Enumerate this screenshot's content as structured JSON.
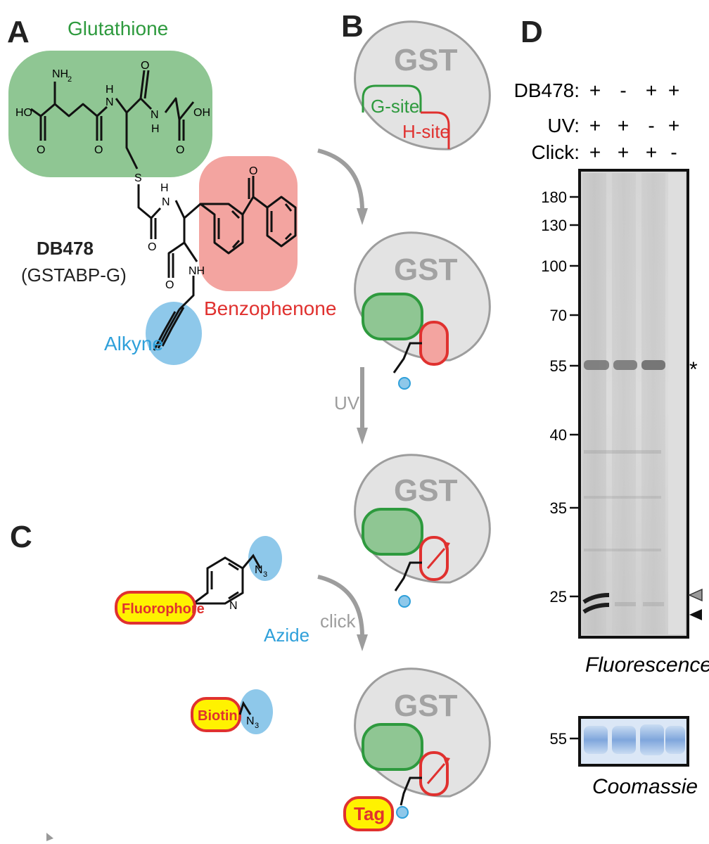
{
  "panel_labels": {
    "a": "A",
    "b": "B",
    "c": "C",
    "d": "D"
  },
  "panel_a": {
    "glutathione_label": "Glutathione",
    "compound_name": "DB478",
    "compound_alias": "(GSTABP-G)",
    "benzophenone_label": "Benzophenone",
    "alkyne_label": "Alkyne",
    "atoms": {
      "nh2": "NH",
      "nh2_sub": "2",
      "ho": "HO",
      "oh": "OH",
      "n": "N",
      "h": "H",
      "o": "O",
      "s": "S",
      "nh": "NH"
    },
    "colors": {
      "glutathione": "#8fc693",
      "glutathione_text": "#2e9a3e",
      "benzophenone": "#f3a4a0",
      "benzophenone_text": "#e0312f",
      "alkyne": "#8ec8ea",
      "alkyne_text": "#2fa0da"
    }
  },
  "panel_b": {
    "gst_label": "GST",
    "g_site_label": "G-site",
    "h_site_label": "H-site",
    "step_uv": "UV",
    "step_click": "click",
    "tag_label": "Tag"
  },
  "panel_c": {
    "fluorophore_label": "Fluorophore",
    "biotin_label": "Biotin",
    "azide_label": "Azide",
    "atoms": {
      "n": "N",
      "n3": "N",
      "n3_sub": "3"
    },
    "colors": {
      "tag_fill": "#fff200",
      "tag_border": "#e0312f",
      "azide": "#8ec8ea"
    }
  },
  "panel_d": {
    "conditions": [
      {
        "label": "DB478:",
        "lanes": [
          "+",
          "-",
          "+",
          "+"
        ]
      },
      {
        "label": "UV:",
        "lanes": [
          "+",
          "+",
          "-",
          "+"
        ]
      },
      {
        "label": "Click:",
        "lanes": [
          "+",
          "+",
          "+",
          "-"
        ]
      }
    ],
    "mw_markers": [
      "180",
      "130",
      "100",
      "70",
      "55",
      "40",
      "35",
      "25"
    ],
    "coomassie_marker": "55",
    "asterisk": "*",
    "fluorescence_caption": "Fluorescence",
    "coomassie_caption": "Coomassie"
  }
}
